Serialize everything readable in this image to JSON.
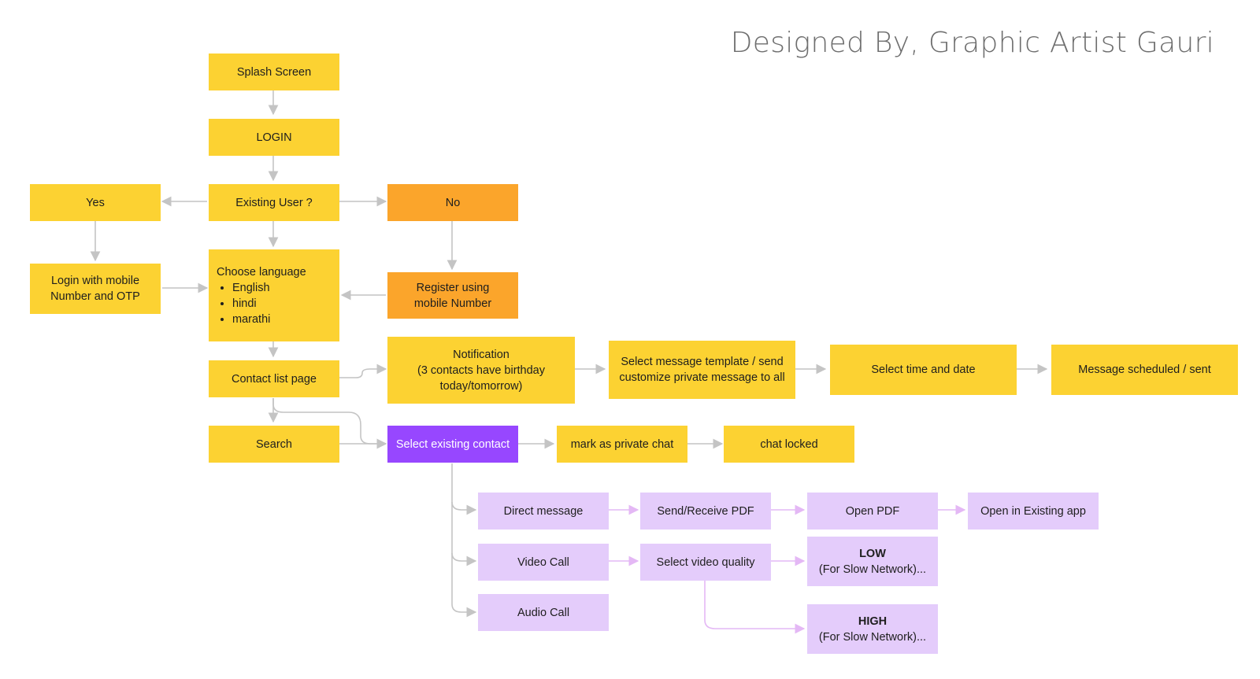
{
  "title": "Designed By, Graphic Artist Gauri",
  "nodes": {
    "splash": "Splash Screen",
    "login": "LOGIN",
    "existing_user": "Existing User ?",
    "yes": "Yes",
    "no": "No",
    "login_otp": {
      "line1": "Login with mobile",
      "line2": "Number and OTP"
    },
    "choose_language": {
      "heading": "Choose language",
      "options": [
        "English",
        "hindi",
        "marathi"
      ]
    },
    "register": {
      "line1": "Register using",
      "line2": "mobile Number"
    },
    "contact_list": "Contact list page",
    "notification": {
      "line1": "Notification",
      "line2": "(3 contacts have birthday",
      "line3": "today/tomorrow)"
    },
    "select_template": {
      "line1": "Select message template / send",
      "line2": "customize private message to all"
    },
    "select_time": "Select time and date",
    "scheduled": "Message scheduled / sent",
    "search": "Search",
    "select_contact": "Select existing contact",
    "mark_private": "mark as private chat",
    "chat_locked": "chat locked",
    "direct_message": "Direct message",
    "send_pdf": "Send/Receive PDF",
    "open_pdf": "Open PDF",
    "open_existing": "Open in Existing app",
    "video_call": "Video Call",
    "select_quality": "Select video quality",
    "low": {
      "label": "LOW",
      "note": "(For Slow Network)..."
    },
    "high": {
      "label": "HIGH",
      "note": "(For Slow Network)..."
    },
    "audio_call": "Audio Call"
  },
  "colors": {
    "yellow": "#fcd232",
    "orange": "#fba52b",
    "purple": "#9747ff",
    "lilac": "#e4ccfb",
    "connector_gray": "#c4c4c4",
    "connector_lilac": "#e4b8f5"
  }
}
